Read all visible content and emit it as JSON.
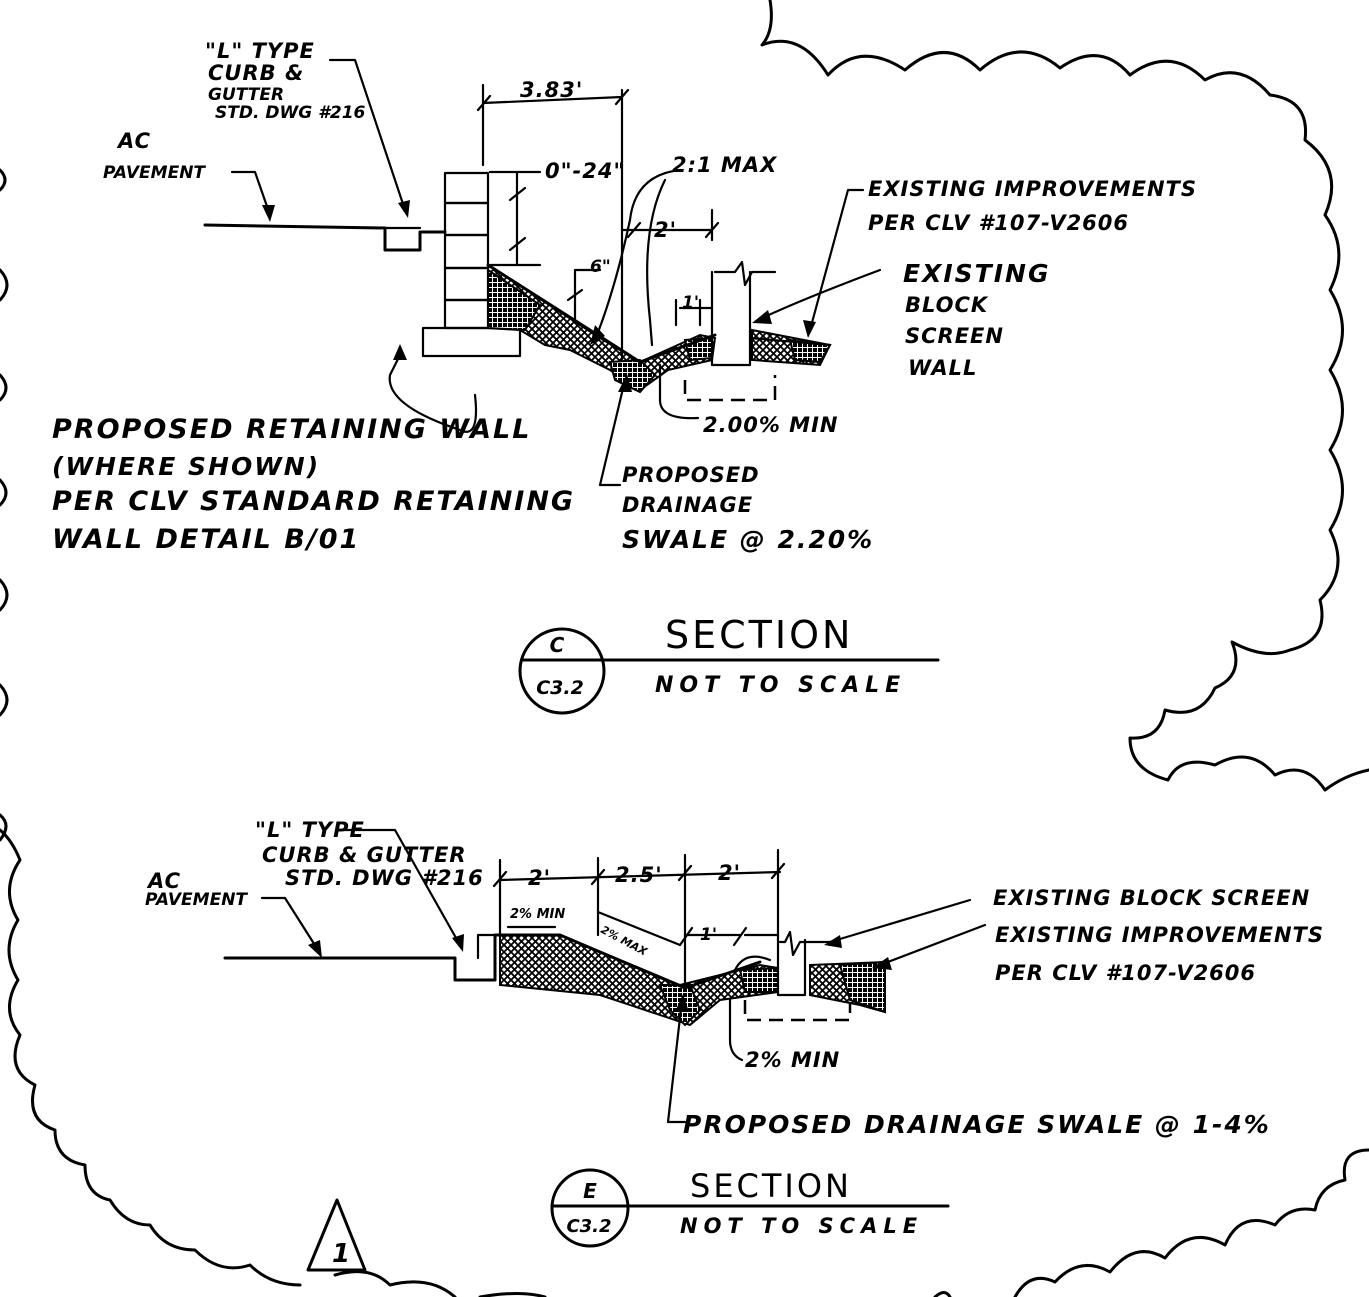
{
  "section_c": {
    "curb_label": [
      "\"L\" TYPE",
      "CURB &",
      "GUTTER",
      "STD. DWG #216"
    ],
    "pavement_label": [
      "AC",
      "PAVEMENT"
    ],
    "dim_width": "3.83'",
    "dim_wall_height": "0\"-24\"",
    "slope_max": "2:1 MAX",
    "dim_2": "2'",
    "dim_6": "6\"",
    "dim_1": "1'",
    "existing_improvements": [
      "EXISTING IMPROVEMENTS",
      "PER CLV #107-V2606"
    ],
    "existing_wall": [
      "EXISTING",
      "BLOCK",
      "SCREEN",
      "WALL"
    ],
    "slope_min": "2.00% MIN",
    "retaining_wall": [
      "PROPOSED RETAINING WALL",
      "(WHERE SHOWN)",
      "PER CLV STANDARD RETAINING",
      "WALL DETAIL B/01"
    ],
    "swale": [
      "PROPOSED",
      "DRAINAGE",
      "SWALE @ 2.20%"
    ],
    "callout_letter": "C",
    "callout_sheet": "C3.2",
    "title": "SECTION",
    "scale": "NOT TO SCALE"
  },
  "section_e": {
    "curb_label": [
      "\"L\" TYPE",
      "CURB & GUTTER",
      "STD. DWG #216"
    ],
    "pavement_label": [
      "AC",
      "PAVEMENT"
    ],
    "dims": [
      "2'",
      "2.5'",
      "2'"
    ],
    "min_slope_small": "2% MIN",
    "max_slope_small": "2% MAX",
    "dim_1": "1'",
    "existing_wall": "EXISTING BLOCK SCREEN",
    "existing_improvements": [
      "EXISTING IMPROVEMENTS",
      "PER CLV #107-V2606"
    ],
    "slope_min": "2% MIN",
    "swale": "PROPOSED DRAINAGE SWALE @ 1-4%",
    "callout_letter": "E",
    "callout_sheet": "C3.2",
    "title": "SECTION",
    "scale": "NOT TO SCALE"
  },
  "revision_mark": "1"
}
